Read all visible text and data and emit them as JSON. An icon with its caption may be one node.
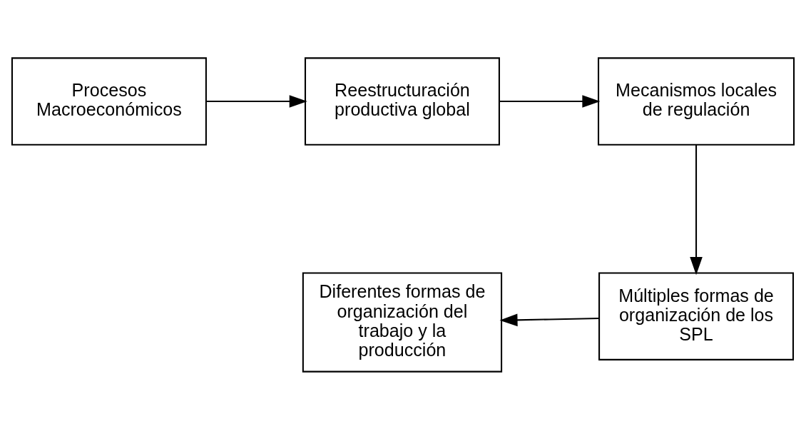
{
  "diagram": {
    "nodes": [
      {
        "text": [
          "Procesos Macroeconómicos"
        ]
      },
      {
        "text": [
          "Reestructuración productiva global"
        ]
      },
      {
        "text": [
          "Mecanismos locales de regulación"
        ]
      },
      {
        "text": [
          "Múltiples formas de organización de los SPL"
        ]
      },
      {
        "text": [
          "Diferentes formas de organización del trabajo y la producción"
        ]
      }
    ],
    "edges": [
      {
        "from": 0,
        "to": 1,
        "arrow": "to"
      },
      {
        "from": 1,
        "to": 2,
        "arrow": "to"
      },
      {
        "from": 2,
        "to": 3,
        "arrow": "to"
      },
      {
        "from": 3,
        "to": 4,
        "arrow": "to"
      }
    ]
  }
}
